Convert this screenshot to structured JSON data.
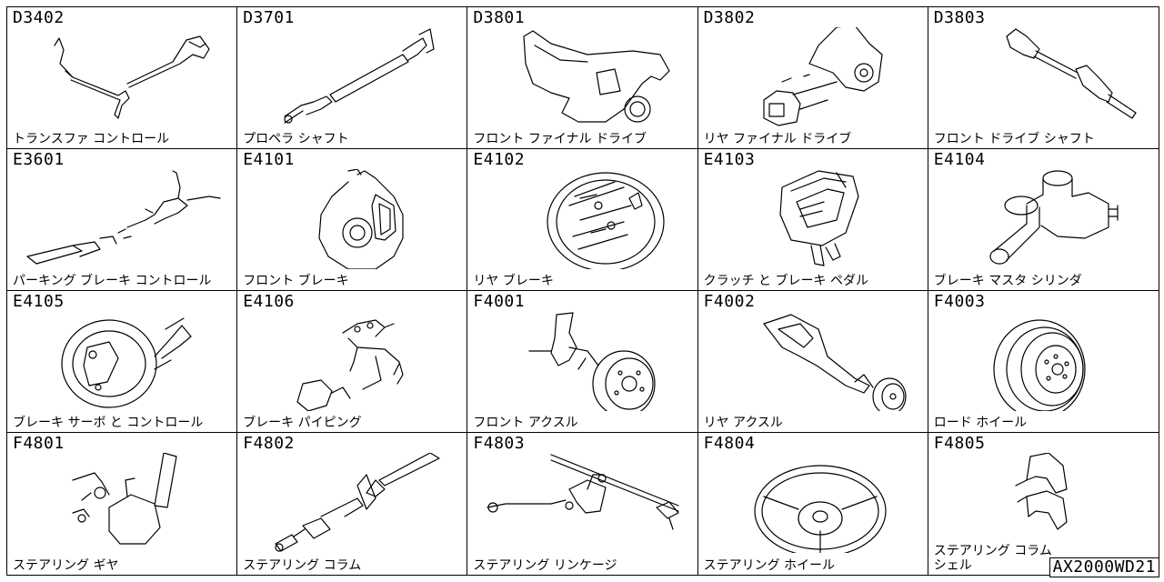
{
  "cells": [
    {
      "code": "D3402",
      "label": "トランスファ コントロール",
      "icon": "transfer-control-icon"
    },
    {
      "code": "D3701",
      "label": "プロペラ シャフト",
      "icon": "propeller-shaft-icon"
    },
    {
      "code": "D3801",
      "label": "フロント ファイナル ドライブ",
      "icon": "front-final-drive-icon"
    },
    {
      "code": "D3802",
      "label": "リヤ ファイナル ドライブ",
      "icon": "rear-final-drive-icon"
    },
    {
      "code": "D3803",
      "label": "フロント ドライブ シャフト",
      "icon": "front-drive-shaft-icon"
    },
    {
      "code": "E3601",
      "label": "パーキング ブレーキ コントロール",
      "icon": "parking-brake-control-icon"
    },
    {
      "code": "E4101",
      "label": "フロント ブレーキ",
      "icon": "front-brake-icon"
    },
    {
      "code": "E4102",
      "label": "リヤ ブレーキ",
      "icon": "rear-brake-icon"
    },
    {
      "code": "E4103",
      "label": "クラッチ と ブレーキ ペダル",
      "icon": "clutch-brake-pedal-icon"
    },
    {
      "code": "E4104",
      "label": "ブレーキ マスタ シリンダ",
      "icon": "brake-master-cylinder-icon"
    },
    {
      "code": "E4105",
      "label": "ブレーキ サーボ と コントロール",
      "icon": "brake-servo-icon"
    },
    {
      "code": "E4106",
      "label": "ブレーキ パイピング",
      "icon": "brake-piping-icon"
    },
    {
      "code": "F4001",
      "label": "フロント アクスル",
      "icon": "front-axle-icon"
    },
    {
      "code": "F4002",
      "label": "リヤ アクスル",
      "icon": "rear-axle-icon"
    },
    {
      "code": "F4003",
      "label": "ロード ホイール",
      "icon": "road-wheel-icon"
    },
    {
      "code": "F4801",
      "label": "ステアリング ギヤ",
      "icon": "steering-gear-icon"
    },
    {
      "code": "F4802",
      "label": "ステアリング コラム",
      "icon": "steering-column-icon"
    },
    {
      "code": "F4803",
      "label": "ステアリング リンケージ",
      "icon": "steering-linkage-icon"
    },
    {
      "code": "F4804",
      "label": "ステアリング ホイール",
      "icon": "steering-wheel-icon"
    },
    {
      "code": "F4805",
      "label": "ステアリング コラム\nシェル",
      "icon": "steering-column-shell-icon"
    }
  ],
  "document_code": "AX2000WD21"
}
